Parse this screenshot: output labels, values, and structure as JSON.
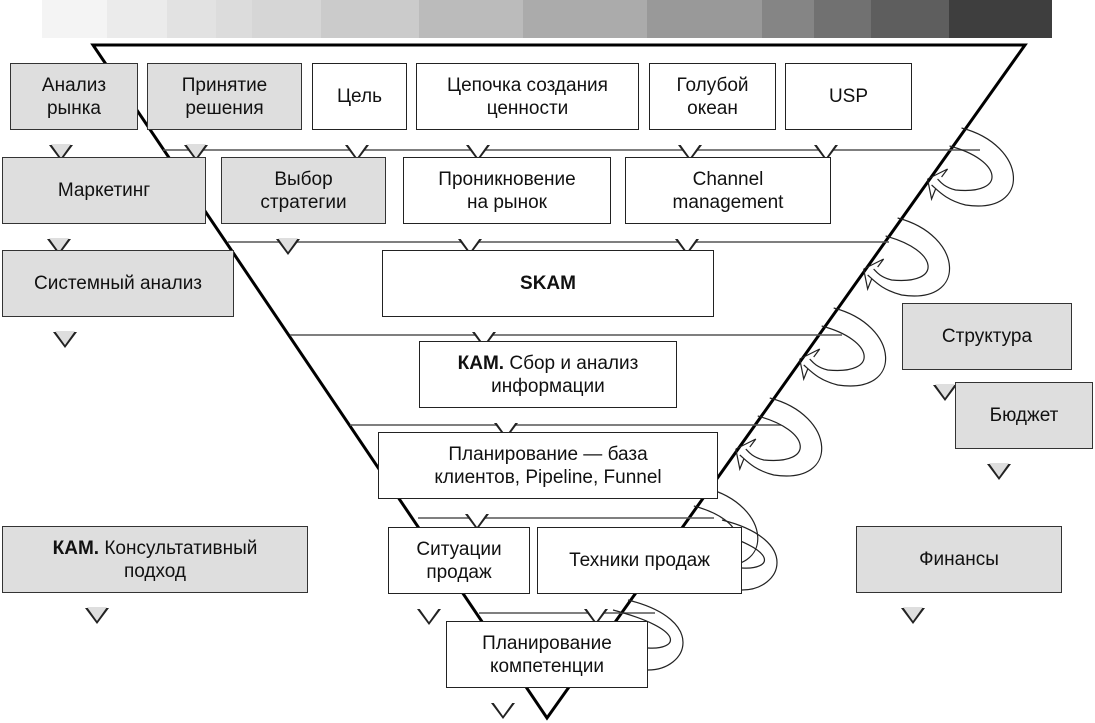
{
  "gradient_bar": {
    "swatches": [
      "#ffffff",
      "#f4f4f4",
      "#ebebeb",
      "#e2e2e2",
      "#dcdcdc",
      "#d6d6d6",
      "#cbcbcb",
      "#bbbbbb",
      "#ababab",
      "#999999",
      "#858585",
      "#717171",
      "#5e5e5e",
      "#3e3e3e"
    ]
  },
  "funnel": {
    "title": "",
    "levels": [
      {
        "items": [
          {
            "id": "cel",
            "text": "Цель",
            "style": "white"
          },
          {
            "id": "chain",
            "text": "Цепочка создания\nценности",
            "style": "white"
          },
          {
            "id": "ocean",
            "text": "Голубой\nокеан",
            "style": "white"
          },
          {
            "id": "usp",
            "text": "USP",
            "style": "white"
          }
        ]
      },
      {
        "items": [
          {
            "id": "strategy",
            "text": "Выбор\nстратегии",
            "style": "grey"
          },
          {
            "id": "penetration",
            "text": "Проникновение\nна рынок",
            "style": "white"
          },
          {
            "id": "channel",
            "text": "Channel\nmanagement",
            "style": "white"
          }
        ]
      },
      {
        "items": [
          {
            "id": "skam",
            "bold": "SKAM",
            "text": "",
            "style": "white"
          }
        ]
      },
      {
        "items": [
          {
            "id": "kam_info",
            "bold": "КАМ.",
            "text": " Сбор и анализ\nинформации",
            "style": "white"
          }
        ]
      },
      {
        "items": [
          {
            "id": "planning",
            "text": "Планирование — база\nклиентов, Pipeline, Funnel",
            "style": "white"
          }
        ]
      },
      {
        "items": [
          {
            "id": "situations",
            "text": "Ситуации\nпродаж",
            "style": "white"
          },
          {
            "id": "techniques",
            "text": "Техники продаж",
            "style": "white"
          }
        ]
      },
      {
        "items": [
          {
            "id": "competence",
            "text": "Планирование\nкомпетенции",
            "style": "white"
          }
        ]
      }
    ]
  },
  "left_callouts": [
    {
      "id": "market",
      "text": "Анализ\nрынка"
    },
    {
      "id": "decision",
      "text": "Принятие\nрешения"
    },
    {
      "id": "marketing",
      "text": "Маркетинг"
    },
    {
      "id": "systems",
      "text": "Системный анализ"
    },
    {
      "id": "consult",
      "bold": "КАМ.",
      "text": " Консультативный\nподход"
    }
  ],
  "right_callouts": [
    {
      "id": "structure",
      "text": "Структура"
    },
    {
      "id": "budget",
      "text": "Бюджет"
    },
    {
      "id": "finance",
      "text": "Финансы"
    }
  ],
  "feedback_arrows": {
    "count": 5,
    "label": ""
  }
}
